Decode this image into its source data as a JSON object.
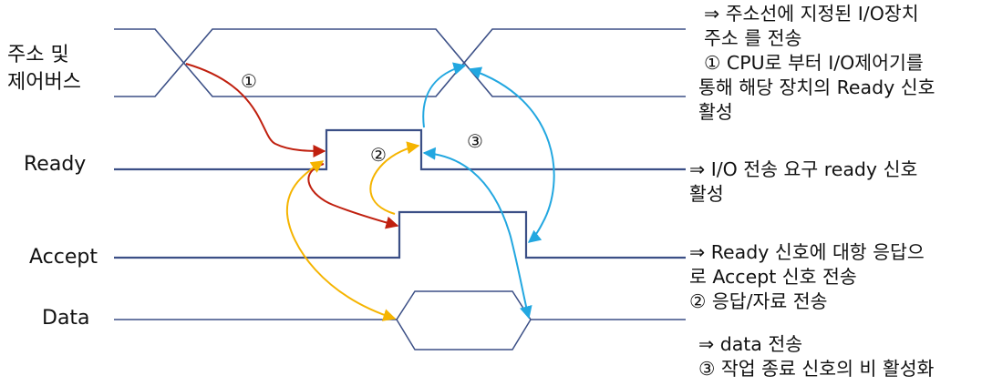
{
  "signals": {
    "bus": [
      "주소 및",
      "제어버스"
    ],
    "ready": "Ready",
    "accept": "Accept",
    "data": "Data"
  },
  "markers": {
    "one": "①",
    "two": "②",
    "three": "③"
  },
  "notes": {
    "bus": [
      "⇒ 주소선에 지정된 I/O장치",
      "주소 를 전송",
      "① CPU로 부터 I/O제어기를",
      "통해 해당 장치의 Ready 신호",
      "활성"
    ],
    "ready": [
      "⇒ I/O 전송 요구 ready 신호",
      "활성"
    ],
    "accept": [
      "⇒ Ready 신호에 대항 응답으",
      "로 Accept 신호 전송",
      "② 응답/자료 전송"
    ],
    "data": [
      "⇒ data 전송",
      "③ 작업 종료 신호의 비 활성화"
    ]
  },
  "colors": {
    "signal_line": "#3b4f86",
    "step1_arrow": "#c0200f",
    "step2_arrow": "#f5b400",
    "step3_arrow": "#22a7e0"
  }
}
